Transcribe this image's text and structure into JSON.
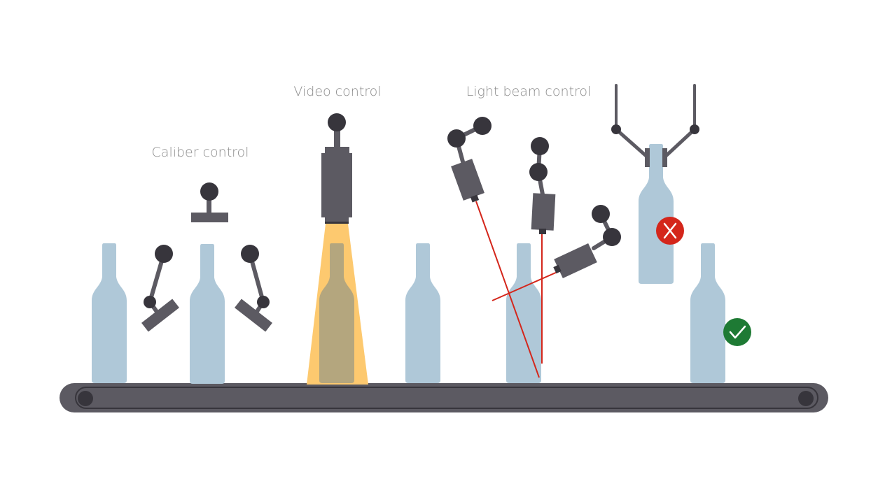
{
  "labels": {
    "caliber": "Caliber control",
    "video": "Video control",
    "beam": "Light beam control"
  },
  "status": {
    "reject_icon": "x-mark-icon",
    "accept_icon": "check-mark-icon"
  },
  "colors": {
    "bottle": "#AFC8D8",
    "machine": "#5C5A62",
    "joint": "#37353C",
    "conveyor": "#5C5A62",
    "conveyor_border": "#37353C",
    "video_light": "#FDC96F",
    "bottle_in_light": "#B4A67E",
    "laser": "#D4261B",
    "reject": "#D4261B",
    "accept": "#1E7A34",
    "label_text": "#8C8C8C"
  }
}
